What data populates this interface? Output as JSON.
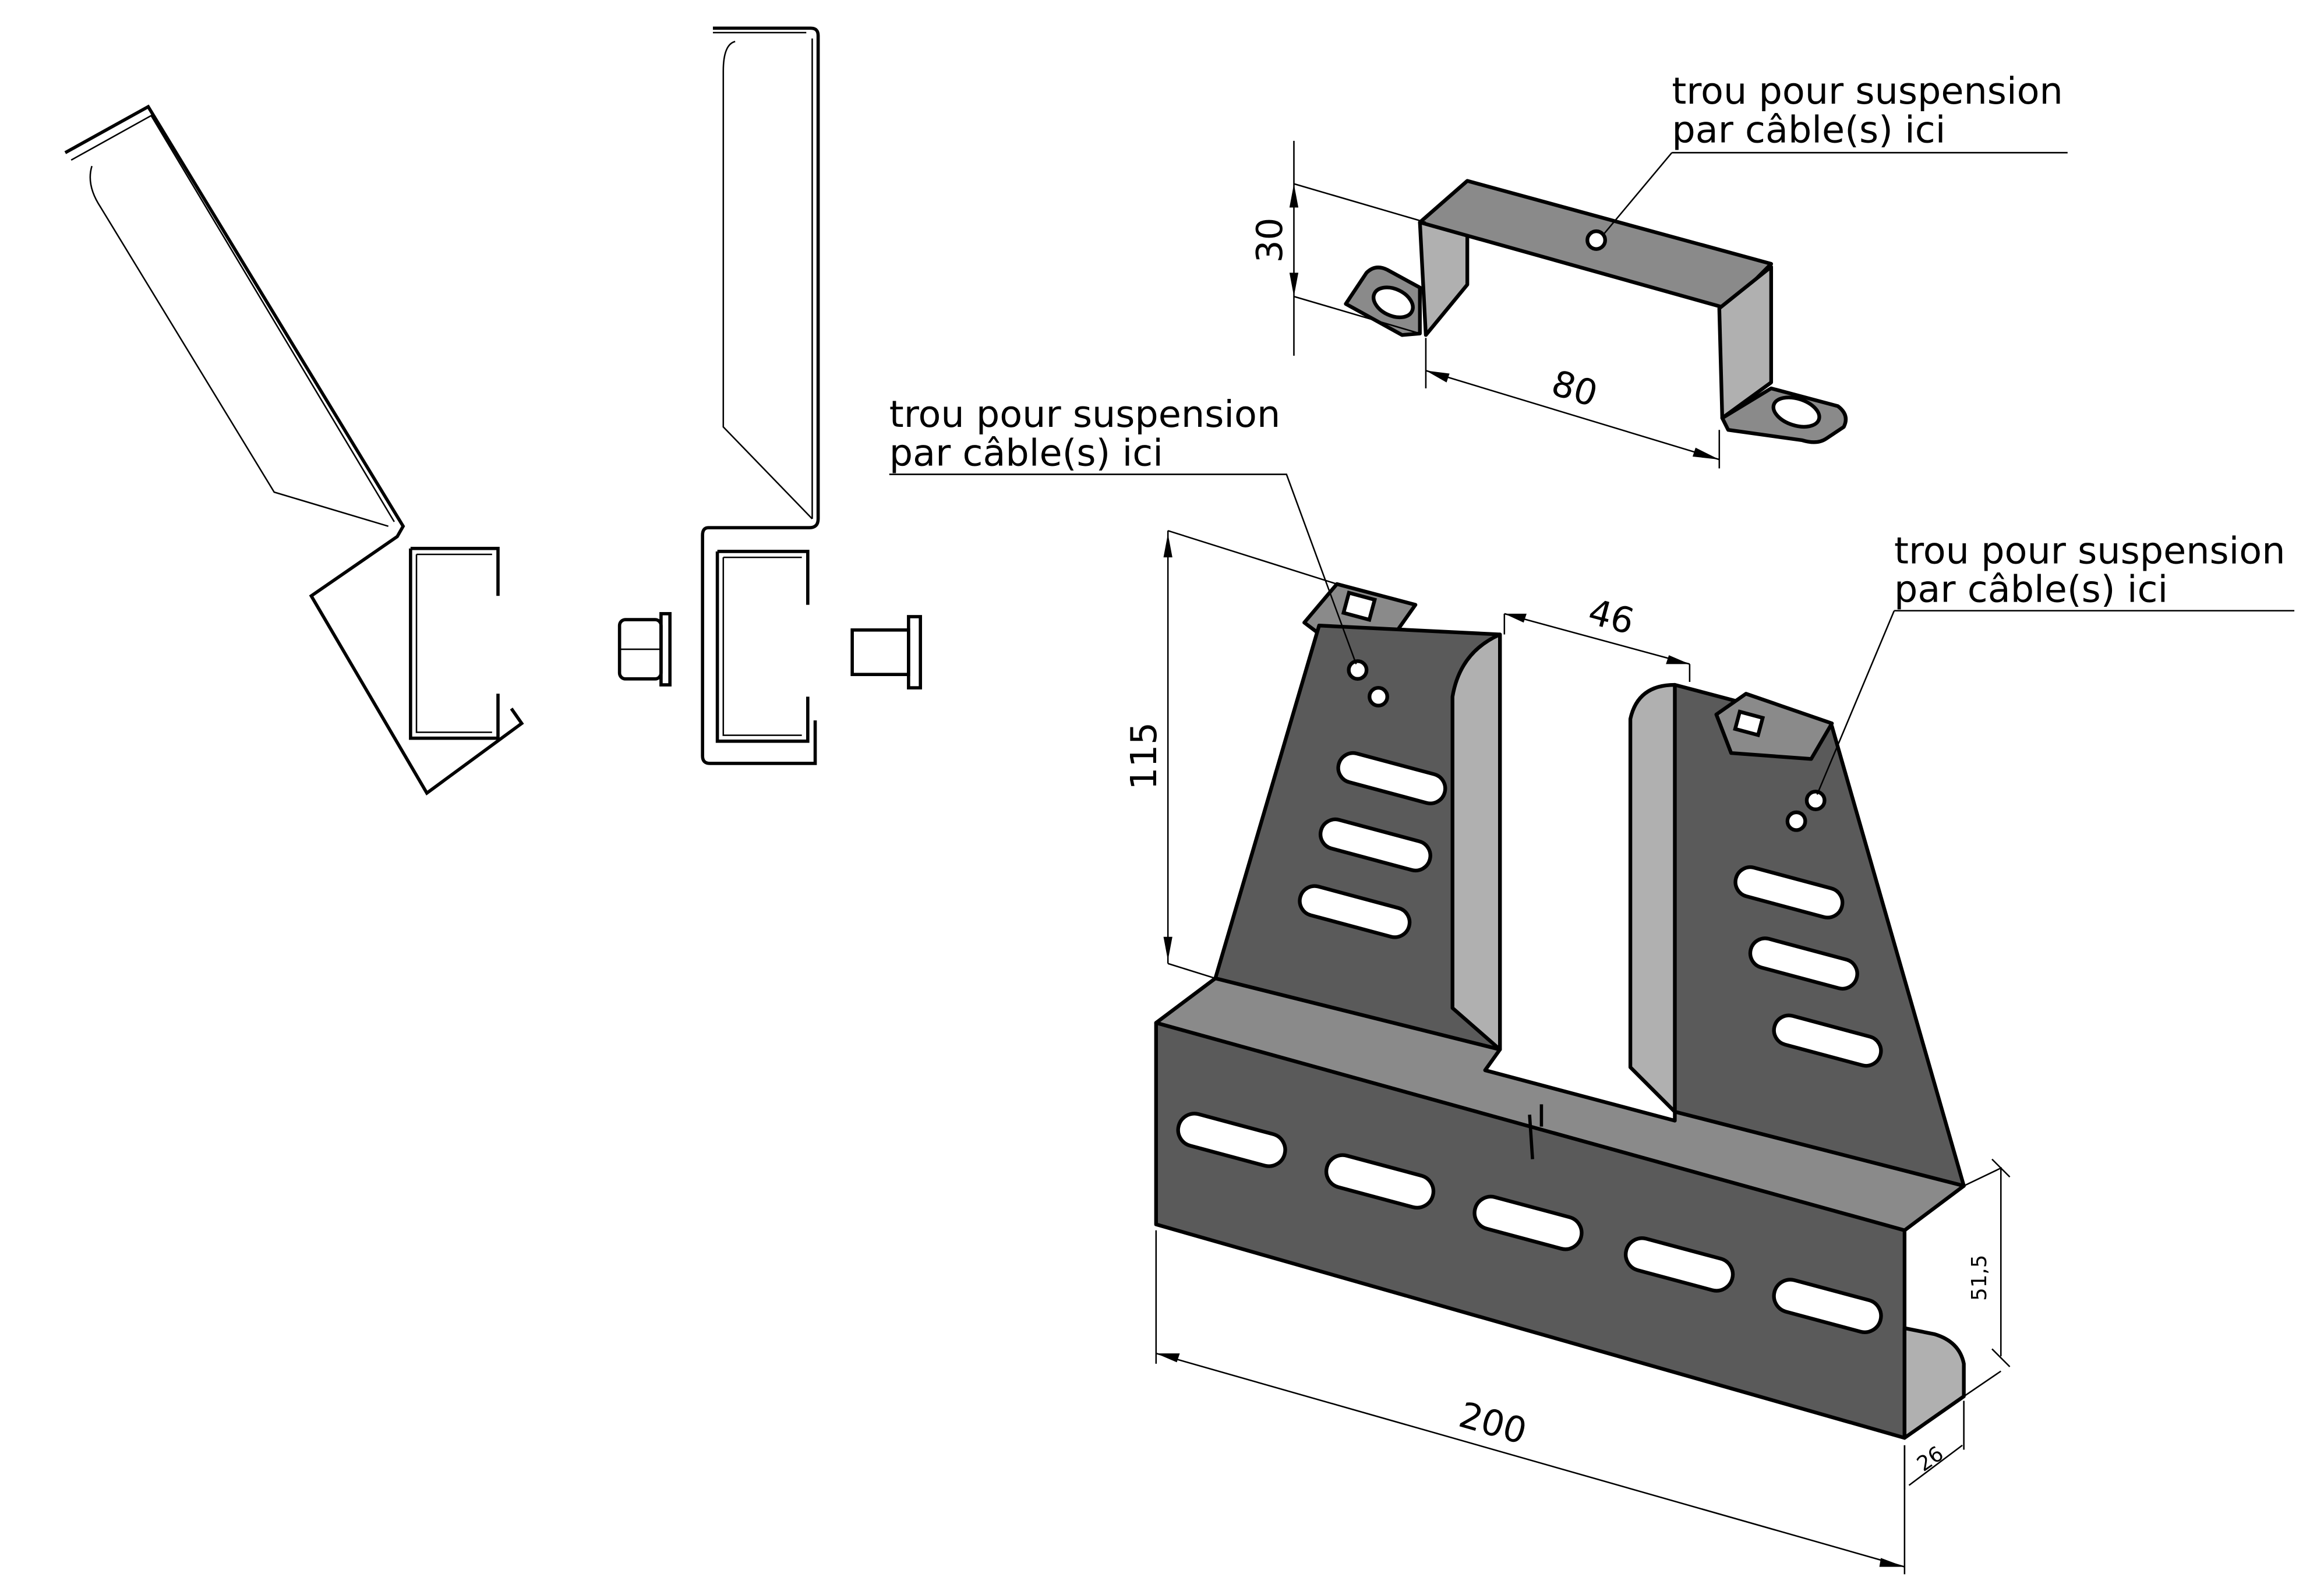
{
  "drawing": {
    "notes": [
      {
        "line1": "trou pour suspension",
        "line2": "par câble(s) ici"
      },
      {
        "line1": "trou pour suspension",
        "line2": "par câble(s) ici"
      },
      {
        "line1": "trou pour suspension",
        "line2": "par câble(s) ici"
      }
    ],
    "dimensions": {
      "small_bracket_height": "30",
      "small_bracket_width": "80",
      "main_height": "115",
      "slot_gap": "46",
      "main_length": "200",
      "flange_height": "51,5",
      "flange_depth": "26"
    },
    "colors": {
      "line": "#000000",
      "face_dark": "#5a5a5a",
      "face_mid": "#8a8a8a",
      "face_light": "#b0b0b0",
      "background": "#ffffff"
    }
  }
}
